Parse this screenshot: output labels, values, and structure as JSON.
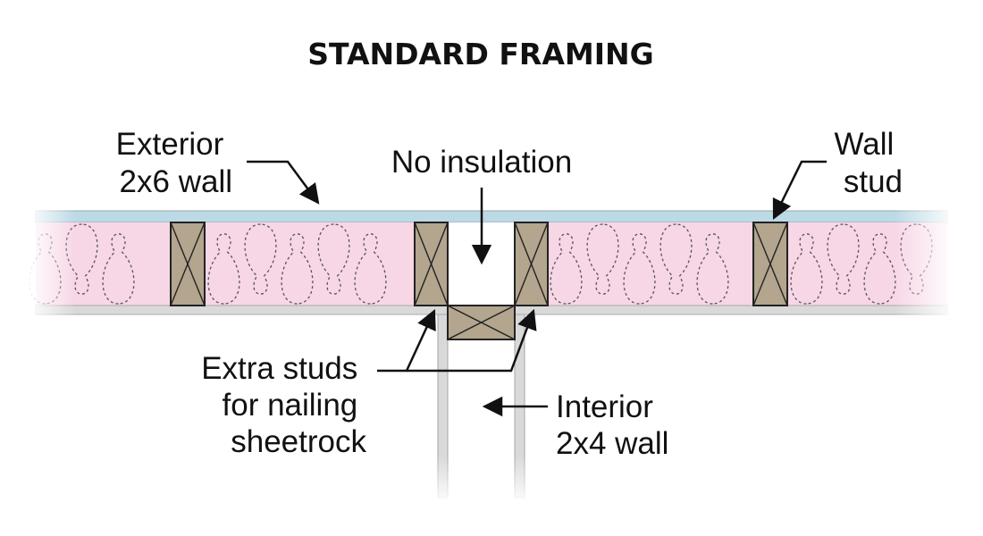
{
  "title": "STANDARD FRAMING",
  "labels": {
    "exterior_wall": [
      "Exterior",
      "2x6 wall"
    ],
    "no_insulation": "No insulation",
    "wall_stud": [
      "Wall",
      "stud"
    ],
    "extra_studs": [
      "Extra studs",
      "for nailing",
      "sheetrock"
    ],
    "interior_wall": [
      "Interior",
      "2x4 wall"
    ]
  },
  "colors": {
    "sheathing": "#bcd9e6",
    "insulation": "#f7d6e6",
    "stud": "#b3a58e",
    "drywall": "#d9d9d9",
    "outline": "#222222"
  }
}
